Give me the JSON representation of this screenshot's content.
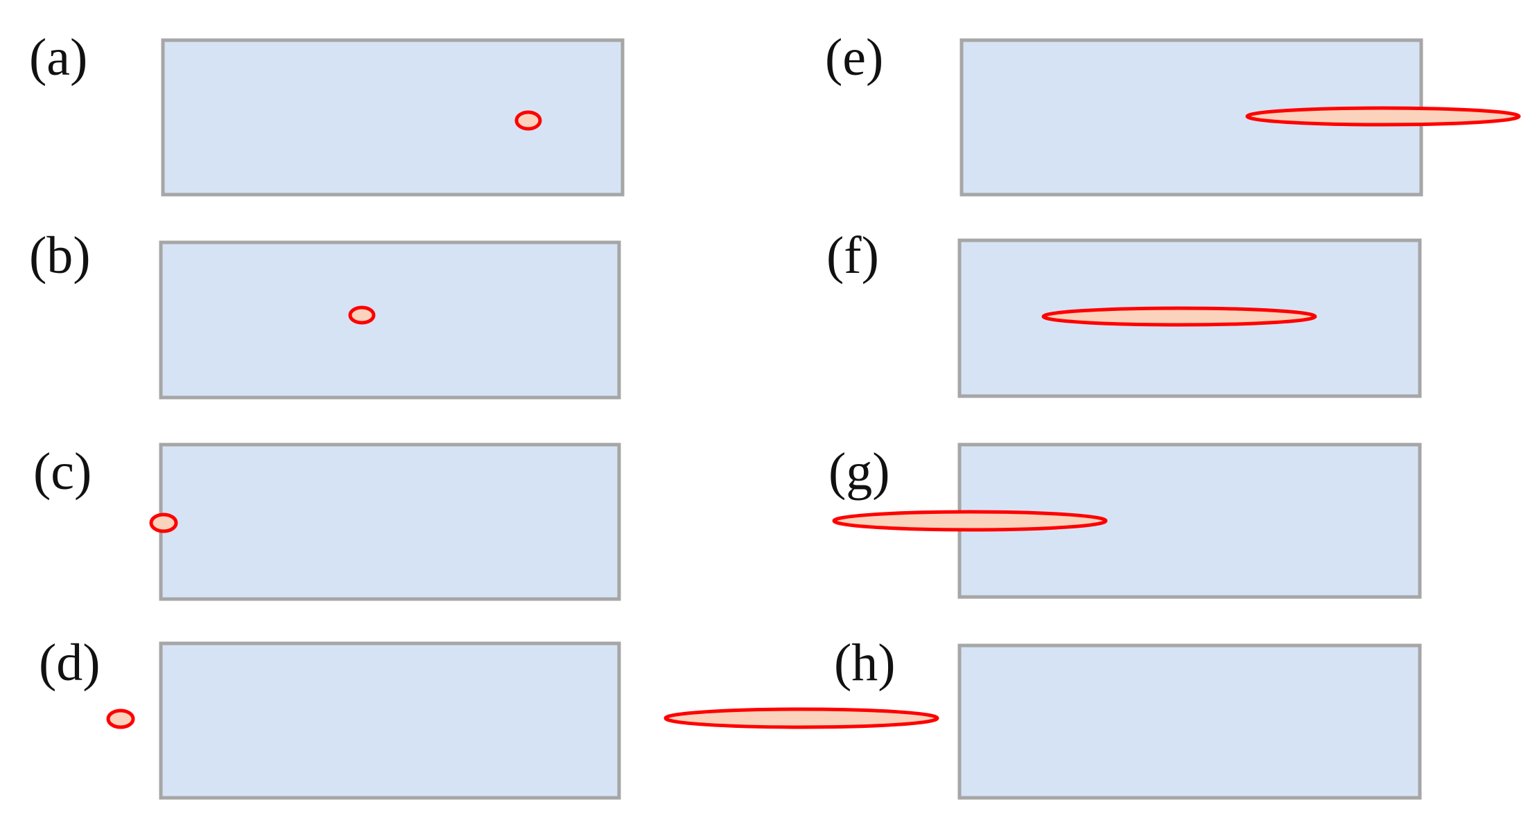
{
  "figure": {
    "panels": [
      {
        "id": "a",
        "label": "(a)"
      },
      {
        "id": "b",
        "label": "(b)"
      },
      {
        "id": "c",
        "label": "(c)"
      },
      {
        "id": "d",
        "label": "(d)"
      },
      {
        "id": "e",
        "label": "(e)"
      },
      {
        "id": "f",
        "label": "(f)"
      },
      {
        "id": "g",
        "label": "(g)"
      },
      {
        "id": "h",
        "label": "(h)"
      }
    ]
  },
  "colors": {
    "panel_fill": "#d6e3f4",
    "panel_border": "#a6a6a6",
    "marker_fill": "#fbd3bd",
    "marker_outline": "#ff0000",
    "label_text": "#111111"
  }
}
